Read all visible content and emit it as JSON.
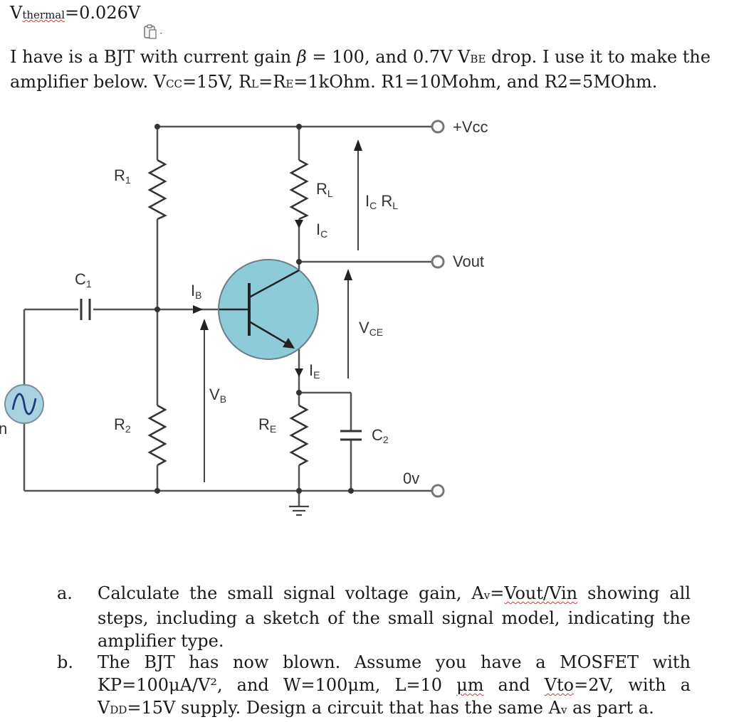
{
  "header": {
    "vthermal_prefix": "V",
    "vthermal_sub": "thermal",
    "vthermal_value": "=0.026V"
  },
  "intro": {
    "line1_part1": "I have is a BJT with current gain ",
    "beta_symbol": "β",
    "line1_part2": " = 100, and 0.7V V",
    "vbe_sub": "BE",
    "line1_part3": " drop. I use it to make the",
    "line2_part1": "amplifier below. V",
    "vcc_sub": "CC",
    "line2_part2": "=15V, R",
    "rl_sub": "L",
    "line2_part3": "=R",
    "re_sub": "E",
    "line2_part4": "=1kOhm. R1=10Mohm, and R2=5MOhm."
  },
  "circuit": {
    "vcc_label": "+Vcc",
    "vout_label": "Vout",
    "zero_label": "0v",
    "r1_main": "R",
    "r1_sub": "1",
    "r2_main": "R",
    "r2_sub": "2",
    "c1_main": "C",
    "c1_sub": "1",
    "c2_main": "C",
    "c2_sub": "2",
    "rl_main": "R",
    "rl_sub": "L",
    "re_main": "R",
    "re_sub": "E",
    "ic_main": "I",
    "ic_sub": "C",
    "icrl_main1": "I",
    "icrl_sub1": "C",
    "icrl_main2": " R",
    "icrl_sub2": "L",
    "ib_main": "I",
    "ib_sub": "B",
    "ie_main": "I",
    "ie_sub": "E",
    "vb_main": "V",
    "vb_sub": "B",
    "vce_main": "V",
    "vce_sub": "CE",
    "vin_partial": "n"
  },
  "questions": [
    {
      "num": "a.",
      "t1": "Calculate the small signal voltage gain, A",
      "s1": "v",
      "t2": "=",
      "t3": "Vout/Vin",
      "t4": " showing all steps, including a sketch of the small signal model, indicating the amplifier type."
    },
    {
      "num": "b.",
      "t1": "The BJT has now blown. Assume you have a MOSFET with KP=100μA/V²",
      "t2": ", and W=100μm, L=10 ",
      "t3": "μm",
      "t4": " and ",
      "t5": "Vto",
      "t6": "=2V, with a V",
      "s1": "DD",
      "t7": "=15V supply. Design a circuit that has the same A",
      "s2": "v",
      "t8": " as part a."
    }
  ]
}
